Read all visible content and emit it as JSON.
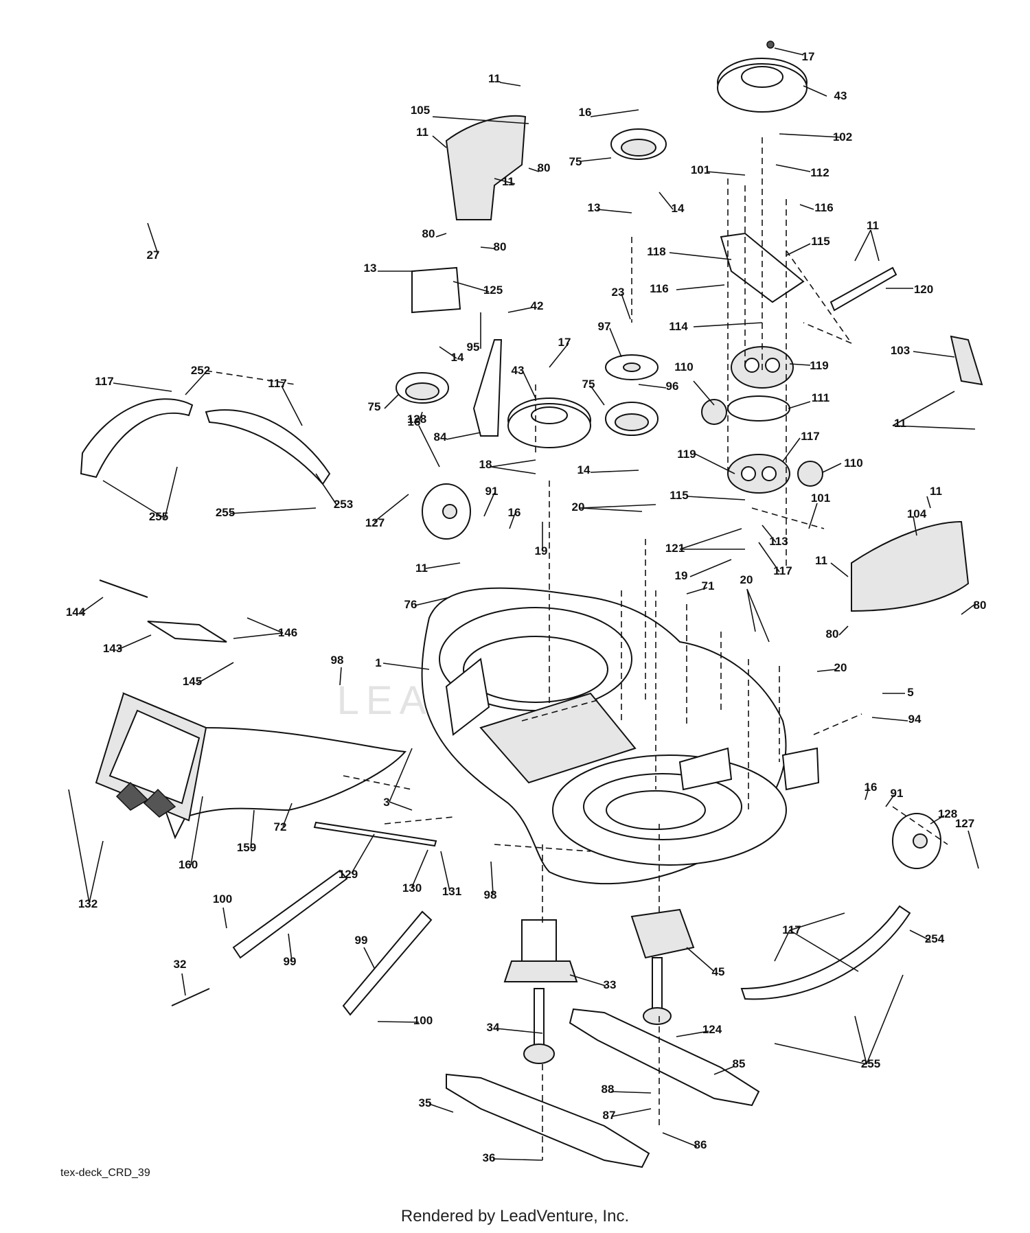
{
  "drawing_id": "tex-deck_CRD_39",
  "footer": "Rendered by LeadVenture, Inc.",
  "watermark": "LEADVENTURE",
  "callouts": [
    {
      "id": "c0",
      "text": "17"
    },
    {
      "id": "c1",
      "text": "43"
    },
    {
      "id": "c2",
      "text": "102"
    },
    {
      "id": "c3",
      "text": "112"
    },
    {
      "id": "c4",
      "text": "101"
    },
    {
      "id": "c5",
      "text": "116"
    },
    {
      "id": "c6",
      "text": "118"
    },
    {
      "id": "c7",
      "text": "115"
    },
    {
      "id": "c8",
      "text": "11"
    },
    {
      "id": "c9",
      "text": "116"
    },
    {
      "id": "c10",
      "text": "120"
    },
    {
      "id": "c11",
      "text": "114"
    },
    {
      "id": "c12",
      "text": "119"
    },
    {
      "id": "c13",
      "text": "103"
    },
    {
      "id": "c14",
      "text": "110"
    },
    {
      "id": "c15",
      "text": "111"
    },
    {
      "id": "c16",
      "text": "11"
    },
    {
      "id": "c17",
      "text": "117"
    },
    {
      "id": "c18",
      "text": "119"
    },
    {
      "id": "c19",
      "text": "110"
    },
    {
      "id": "c20",
      "text": "115"
    },
    {
      "id": "c21",
      "text": "101"
    },
    {
      "id": "c22",
      "text": "11"
    },
    {
      "id": "c23",
      "text": "104"
    },
    {
      "id": "c24",
      "text": "113"
    },
    {
      "id": "c25",
      "text": "121"
    },
    {
      "id": "c26",
      "text": "117"
    },
    {
      "id": "c27",
      "text": "19"
    },
    {
      "id": "c28",
      "text": "11"
    },
    {
      "id": "c29",
      "text": "80"
    },
    {
      "id": "c30",
      "text": "80"
    },
    {
      "id": "c31",
      "text": "11"
    },
    {
      "id": "c32",
      "text": "105"
    },
    {
      "id": "c33",
      "text": "11"
    },
    {
      "id": "c34",
      "text": "80"
    },
    {
      "id": "c35",
      "text": "11"
    },
    {
      "id": "c36",
      "text": "80"
    },
    {
      "id": "c37",
      "text": "80"
    },
    {
      "id": "c38",
      "text": "16"
    },
    {
      "id": "c39",
      "text": "75"
    },
    {
      "id": "c40",
      "text": "14"
    },
    {
      "id": "c41",
      "text": "13"
    },
    {
      "id": "c42",
      "text": "27"
    },
    {
      "id": "c43",
      "text": "13"
    },
    {
      "id": "c44",
      "text": "125"
    },
    {
      "id": "c45",
      "text": "42"
    },
    {
      "id": "c46",
      "text": "95"
    },
    {
      "id": "c47",
      "text": "14"
    },
    {
      "id": "c48",
      "text": "75"
    },
    {
      "id": "c49",
      "text": "16"
    },
    {
      "id": "c50",
      "text": "84"
    },
    {
      "id": "c51",
      "text": "23"
    },
    {
      "id": "c52",
      "text": "97"
    },
    {
      "id": "c53",
      "text": "17"
    },
    {
      "id": "c54",
      "text": "43"
    },
    {
      "id": "c55",
      "text": "96"
    },
    {
      "id": "c56",
      "text": "75"
    },
    {
      "id": "c57",
      "text": "14"
    },
    {
      "id": "c58",
      "text": "18"
    },
    {
      "id": "c59",
      "text": "117"
    },
    {
      "id": "c60",
      "text": "252"
    },
    {
      "id": "c61",
      "text": "117"
    },
    {
      "id": "c62",
      "text": "253"
    },
    {
      "id": "c63",
      "text": "255"
    },
    {
      "id": "c64",
      "text": "255"
    },
    {
      "id": "c65",
      "text": "128"
    },
    {
      "id": "c66",
      "text": "127"
    },
    {
      "id": "c67",
      "text": "91"
    },
    {
      "id": "c68",
      "text": "16"
    },
    {
      "id": "c69",
      "text": "19"
    },
    {
      "id": "c70",
      "text": "20"
    },
    {
      "id": "c71",
      "text": "11"
    },
    {
      "id": "c72",
      "text": "76"
    },
    {
      "id": "c73",
      "text": "71"
    },
    {
      "id": "c74",
      "text": "20"
    },
    {
      "id": "c75",
      "text": "144"
    },
    {
      "id": "c76",
      "text": "146"
    },
    {
      "id": "c77",
      "text": "143"
    },
    {
      "id": "c78",
      "text": "145"
    },
    {
      "id": "c79",
      "text": "98"
    },
    {
      "id": "c80",
      "text": "1"
    },
    {
      "id": "c81",
      "text": "20"
    },
    {
      "id": "c82",
      "text": "5"
    },
    {
      "id": "c83",
      "text": "94"
    },
    {
      "id": "c84",
      "text": "3"
    },
    {
      "id": "c85",
      "text": "72"
    },
    {
      "id": "c86",
      "text": "159"
    },
    {
      "id": "c87",
      "text": "160"
    },
    {
      "id": "c88",
      "text": "132"
    },
    {
      "id": "c89",
      "text": "129"
    },
    {
      "id": "c90",
      "text": "130"
    },
    {
      "id": "c91",
      "text": "131"
    },
    {
      "id": "c92",
      "text": "98"
    },
    {
      "id": "c93",
      "text": "16"
    },
    {
      "id": "c94",
      "text": "91"
    },
    {
      "id": "c95",
      "text": "128"
    },
    {
      "id": "c96",
      "text": "127"
    },
    {
      "id": "c97",
      "text": "100"
    },
    {
      "id": "c98",
      "text": "99"
    },
    {
      "id": "c99",
      "text": "99"
    },
    {
      "id": "c100",
      "text": "32"
    },
    {
      "id": "c101",
      "text": "100"
    },
    {
      "id": "c102",
      "text": "33"
    },
    {
      "id": "c103",
      "text": "45"
    },
    {
      "id": "c104",
      "text": "117"
    },
    {
      "id": "c105",
      "text": "254"
    },
    {
      "id": "c106",
      "text": "34"
    },
    {
      "id": "c107",
      "text": "124"
    },
    {
      "id": "c108",
      "text": "85"
    },
    {
      "id": "c109",
      "text": "88"
    },
    {
      "id": "c110",
      "text": "87"
    },
    {
      "id": "c111",
      "text": "86"
    },
    {
      "id": "c112",
      "text": "35"
    },
    {
      "id": "c113",
      "text": "36"
    },
    {
      "id": "c114",
      "text": "255"
    }
  ]
}
